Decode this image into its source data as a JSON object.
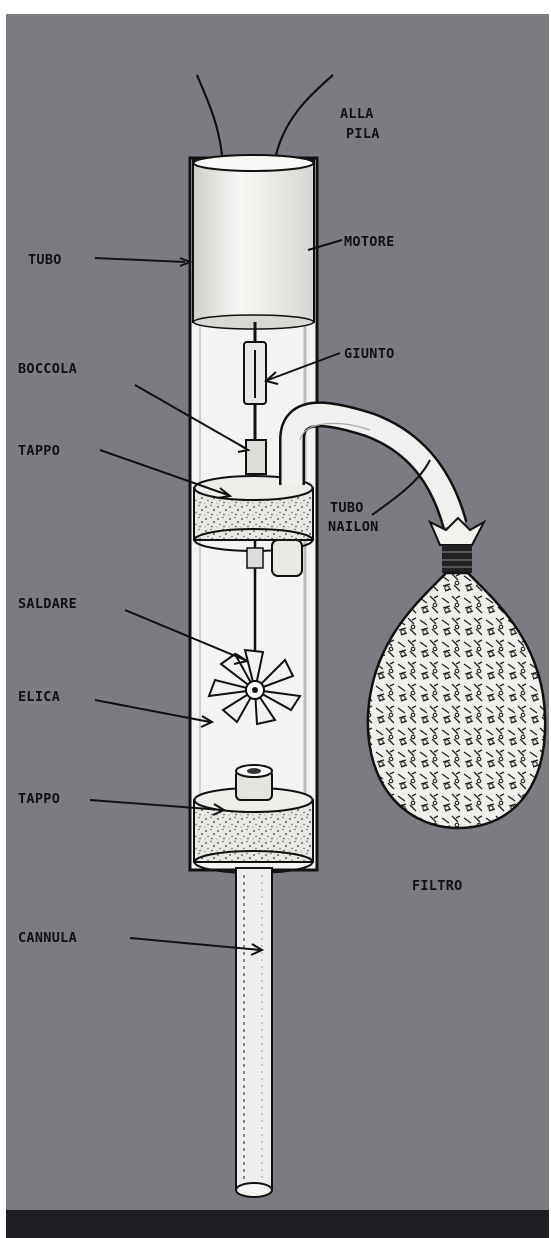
{
  "labels": {
    "alla_pila_1": "ALLA",
    "alla_pila_2": "PILA",
    "tubo": "TUBO",
    "motore": "MOTORE",
    "boccola": "BOCCOLA",
    "giunto": "GIUNTO",
    "tappo_top": "TAPPO",
    "tubo_nailon_1": "TUBO",
    "tubo_nailon_2": "NAILON",
    "saldare": "SALDARE",
    "elica": "ELICA",
    "tappo_bottom": "TAPPO",
    "filtro": "FILTRO",
    "cannula": "CANNULA"
  },
  "colors": {
    "background": "#7a7c81",
    "border": "#ffffff",
    "bottom_band": "#1e1f22",
    "tube_light": "#f3f3f1",
    "ink": "#111111"
  }
}
